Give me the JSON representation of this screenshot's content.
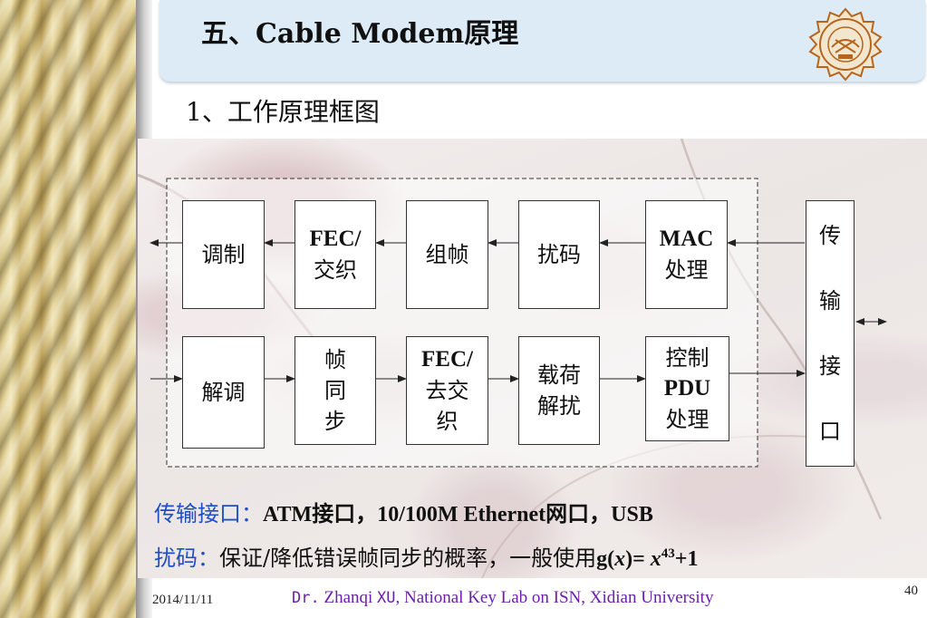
{
  "slide": {
    "title": "五、Cable Modem原理",
    "subtitle": "1、工作原理框图"
  },
  "diagram": {
    "tx_row": [
      {
        "id": "modulate",
        "lines": [
          "调制"
        ]
      },
      {
        "id": "fec-interleave",
        "lines": [
          "FEC/",
          "交织"
        ]
      },
      {
        "id": "framing",
        "lines": [
          "组帧"
        ]
      },
      {
        "id": "scramble",
        "lines": [
          "扰码"
        ]
      },
      {
        "id": "mac",
        "lines": [
          "MAC",
          "处理"
        ]
      }
    ],
    "rx_row": [
      {
        "id": "demodulate",
        "lines": [
          "解调"
        ]
      },
      {
        "id": "frame-sync",
        "lines": [
          "帧",
          "同",
          "步"
        ]
      },
      {
        "id": "fec-deinterleave",
        "lines": [
          "FEC/",
          "去交",
          "织"
        ]
      },
      {
        "id": "payload-descramble",
        "lines": [
          "载荷",
          "解扰"
        ]
      },
      {
        "id": "control-pdu",
        "lines": [
          "控制",
          "PDU",
          "处理"
        ]
      }
    ],
    "interface": {
      "lines": [
        "传",
        "输",
        "接",
        "口"
      ]
    }
  },
  "notes": {
    "line1_key": "传输接口：",
    "line1_text": "ATM接口，10/100M Ethernet网口，USB",
    "line2_key": "扰码：",
    "line2_text": "保证/降低错误帧同步的概率，一般使用",
    "line2_formula_g": "g(",
    "line2_formula_x": "x",
    "line2_formula_eq": ")= ",
    "line2_formula_x2": "x",
    "line2_formula_exp": "43",
    "line2_formula_tail": "+1"
  },
  "footer": {
    "date": "2014/11/11",
    "author_prefix": "Dr.",
    "author_name": "Zhanqi",
    "author_surname": "XU",
    "affiliation": ", National Key Lab on ISN, Xidian University",
    "page": "40"
  },
  "colors": {
    "accent_text": "#1f4fc4",
    "footer_text": "#6b1fa8",
    "title_bar": "#dcebf6"
  }
}
